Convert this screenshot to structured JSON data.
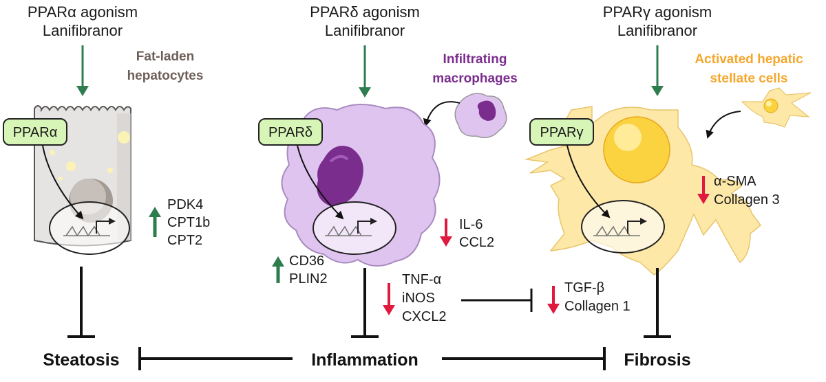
{
  "colors": {
    "agonist_arrow": "#2e7d4f",
    "up_arrow": "#2e7d4f",
    "down_arrow": "#e0193f",
    "receptor_fill": "#d8f5b8",
    "hepatocyte_label": "#6d5f57",
    "macrophage_label": "#7b2d8e",
    "stellate_label": "#f4a72c",
    "inhibit_line": "#111111"
  },
  "columns": [
    {
      "agonism": [
        "PPARα agonism",
        "Lanifibranor"
      ],
      "cell_label": [
        "Fat-laden",
        "hepatocytes"
      ],
      "receptor": "PPARα",
      "up_genes": [
        "PDK4",
        "CPT1b",
        "CPT2"
      ]
    },
    {
      "agonism": [
        "PPARδ agonism",
        "Lanifibranor"
      ],
      "cell_label": [
        "Infiltrating",
        "macrophages"
      ],
      "receptor": "PPARδ",
      "up_genes": [
        "CD36",
        "PLIN2"
      ],
      "down_genes_a": [
        "IL-6",
        "CCL2"
      ],
      "down_genes_b": [
        "TNF-α",
        "iNOS",
        "CXCL2"
      ]
    },
    {
      "agonism": [
        "PPARγ agonism",
        "Lanifibranor"
      ],
      "cell_label": [
        "Activated hepatic",
        "stellate cells"
      ],
      "receptor": "PPARγ",
      "down_genes_a": [
        "α-SMA",
        "Collagen 3"
      ],
      "down_genes_b": [
        "TGF-β",
        "Collagen 1"
      ]
    }
  ],
  "outcomes": [
    "Steatosis",
    "Inflammation",
    "Fibrosis"
  ]
}
